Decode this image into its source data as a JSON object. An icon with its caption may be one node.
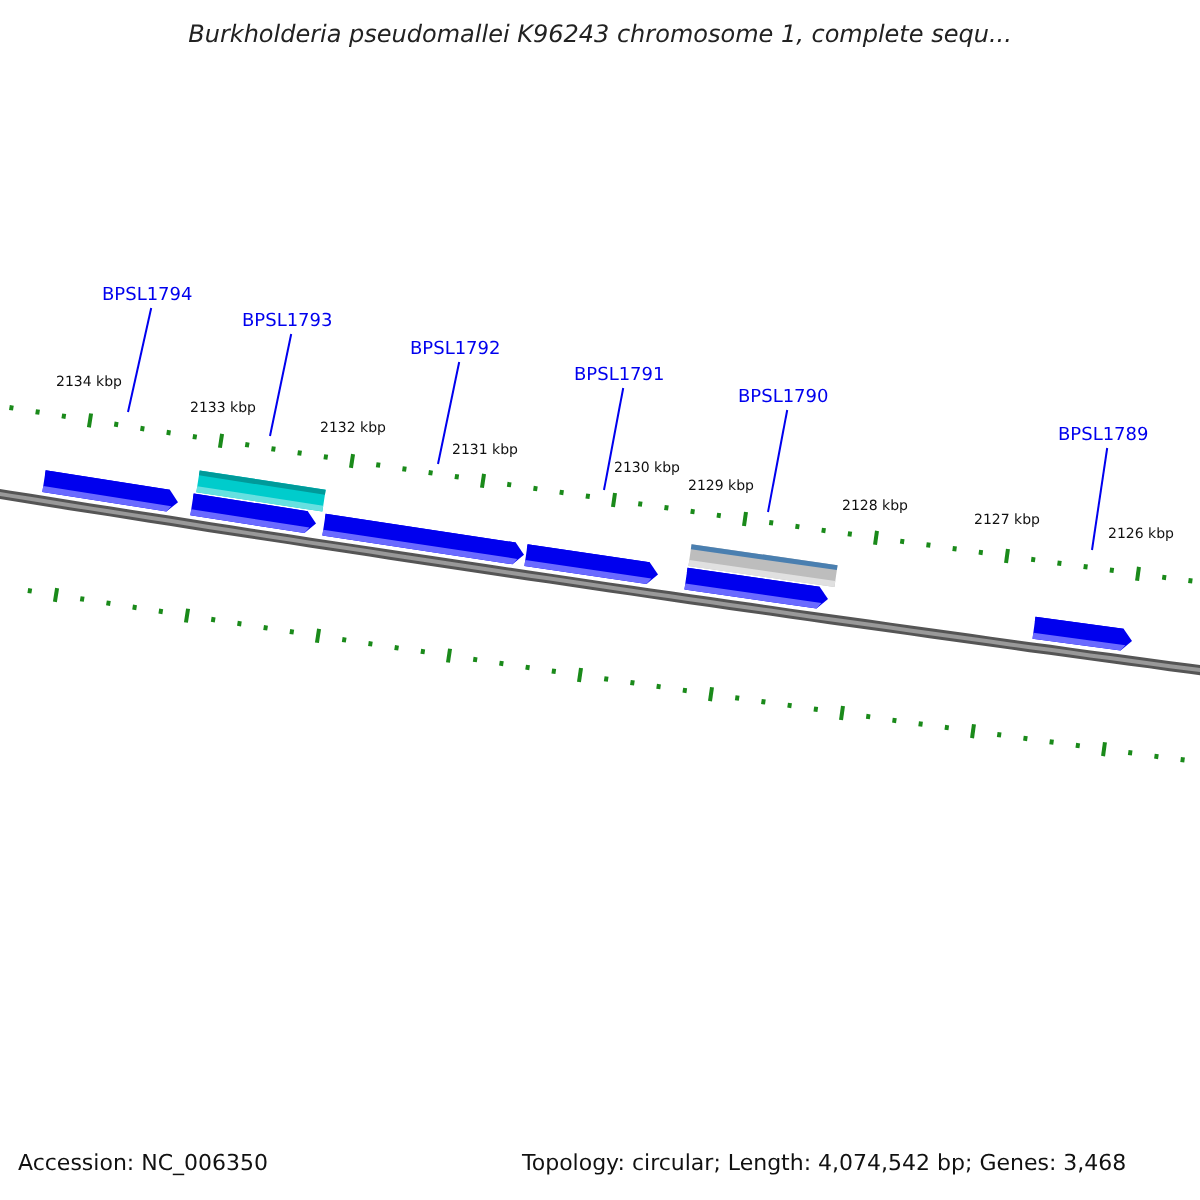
{
  "diagram": {
    "title": "Burkholderia pseudomallei K96243 chromosome 1, complete sequ...",
    "nodes": [
      {
        "text": [
          "BPSL1794"
        ]
      },
      {
        "text": [
          "BPSL1793"
        ]
      },
      {
        "text": [
          "BPSL1792"
        ]
      },
      {
        "text": [
          "BPSL1791"
        ]
      },
      {
        "text": [
          "BPSL1790"
        ]
      },
      {
        "text": [
          "BPSL1789"
        ]
      }
    ],
    "edges": [
      {
        "from": 0,
        "to": null,
        "arrow": "none"
      },
      {
        "from": 1,
        "to": null,
        "arrow": "none"
      },
      {
        "from": 2,
        "to": null,
        "arrow": "none"
      },
      {
        "from": 3,
        "to": null,
        "arrow": "none"
      },
      {
        "from": 4,
        "to": null,
        "arrow": "none"
      },
      {
        "from": 5,
        "to": null,
        "arrow": "none"
      }
    ],
    "labels": [
      "2134 kbp",
      "2133 kbp",
      "2132 kbp",
      "2131 kbp",
      "2130 kbp",
      "2129 kbp",
      "2128 kbp",
      "2127 kbp",
      "2126 kbp",
      "Accession: NC_006350",
      "Topology: circular; Length: 4,074,542 bp; Genes: 3,468"
    ]
  }
}
